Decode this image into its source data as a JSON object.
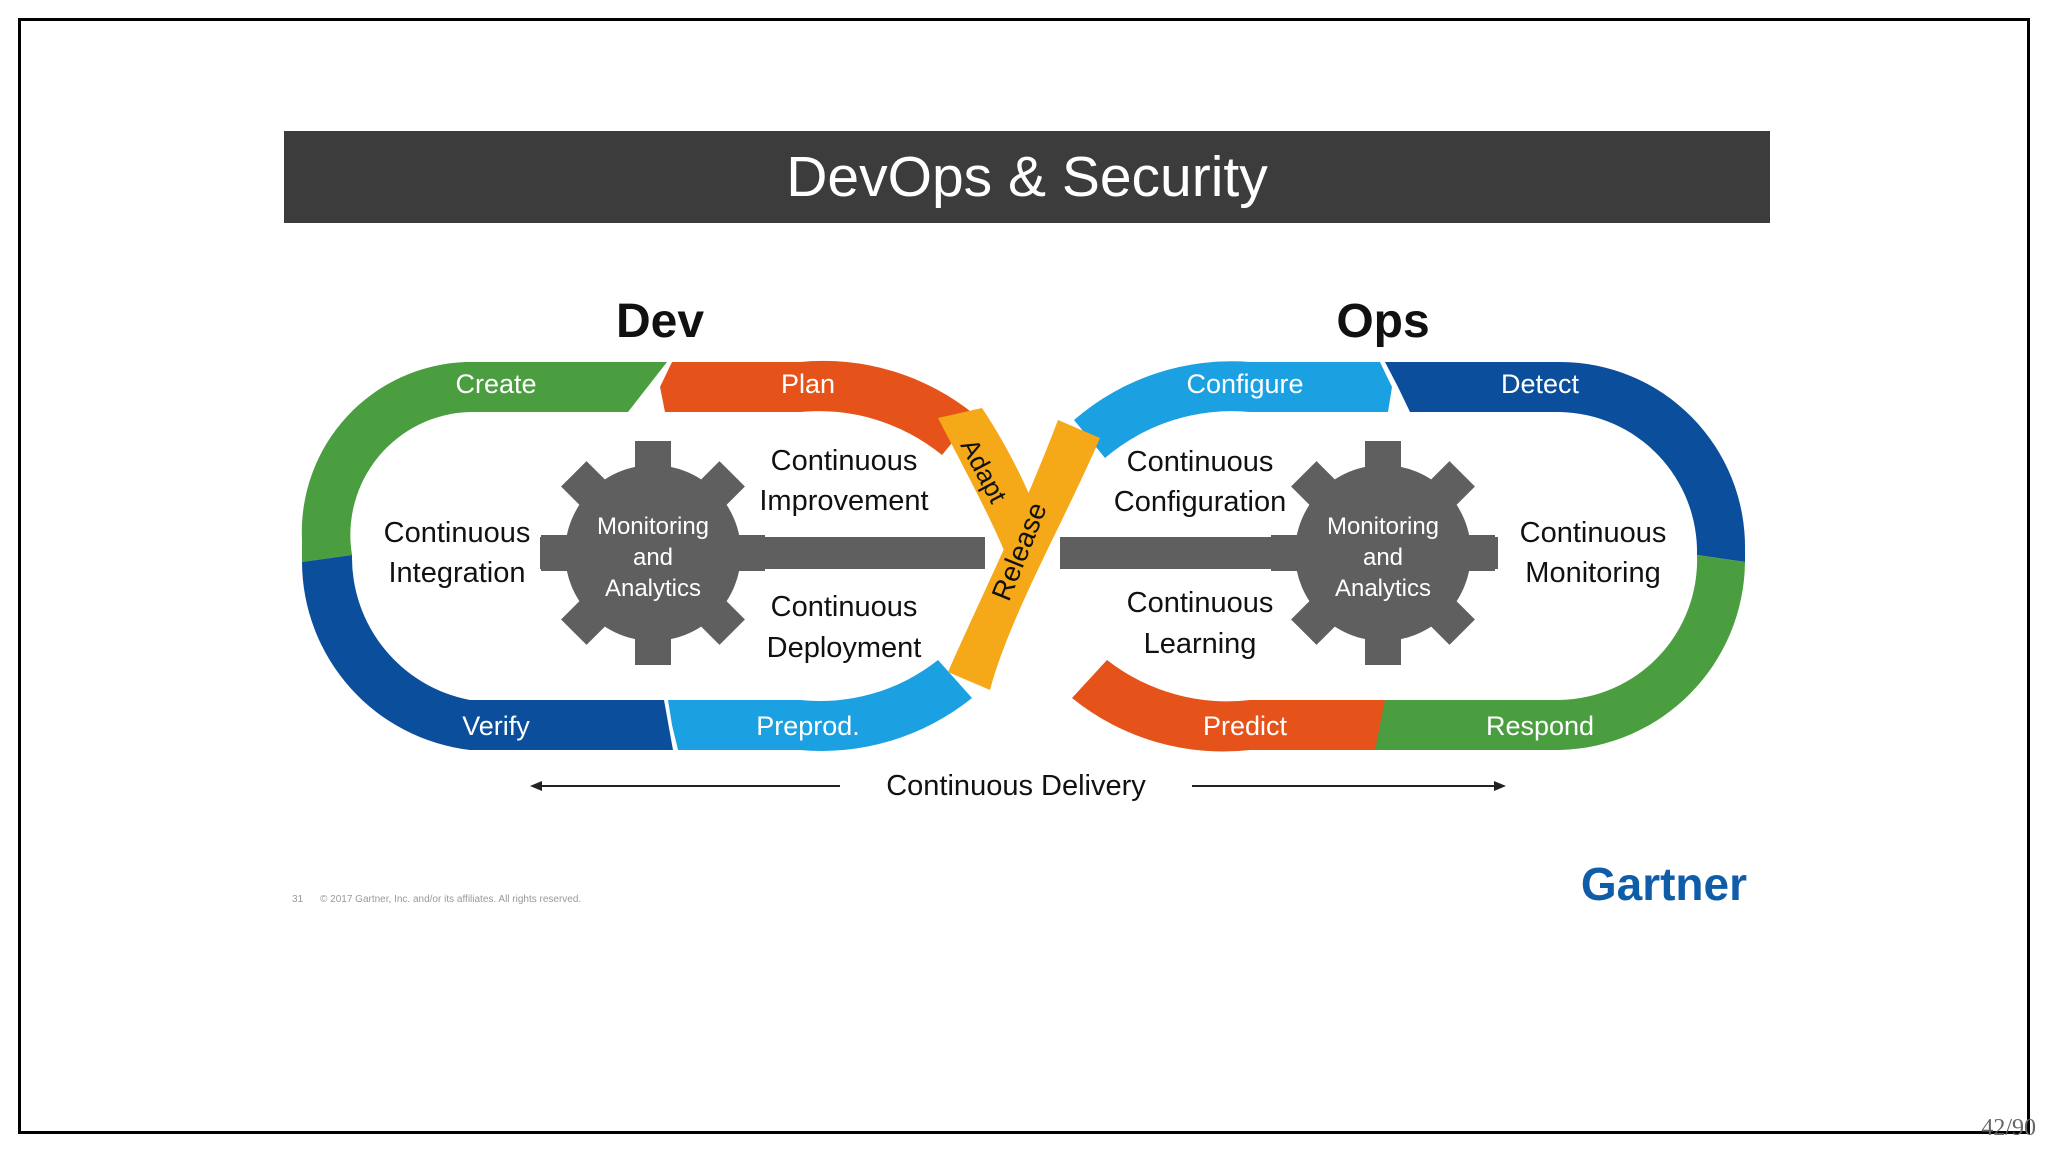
{
  "slide": {
    "title": "DevOps & Security",
    "page_number": "42/90"
  },
  "diagram": {
    "dev_heading": "Dev",
    "ops_heading": "Ops",
    "segments": {
      "create": "Create",
      "plan": "Plan",
      "verify": "Verify",
      "preprod": "Preprod.",
      "configure": "Configure",
      "detect": "Detect",
      "predict": "Predict",
      "respond": "Respond",
      "adapt": "Adapt",
      "release": "Release"
    },
    "dev_inner": {
      "ci_line1": "Continuous",
      "ci_line2": "Integration",
      "ci2_line1": "Continuous",
      "ci2_line2": "Improvement",
      "cd_line1": "Continuous",
      "cd_line2": "Deployment"
    },
    "ops_inner": {
      "cc_line1": "Continuous",
      "cc_line2": "Configuration",
      "cl_line1": "Continuous",
      "cl_line2": "Learning",
      "cm_line1": "Continuous",
      "cm_line2": "Monitoring"
    },
    "gear_dev": {
      "line1": "Monitoring",
      "line2": "and",
      "line3": "Analytics"
    },
    "gear_ops": {
      "line1": "Monitoring",
      "line2": "and",
      "line3": "Analytics"
    },
    "delivery_label": "Continuous Delivery",
    "footer_page": "31",
    "copyright": "© 2017 Gartner, Inc. and/or its affiliates. All rights reserved.",
    "logo_text": "Gartner"
  },
  "colors": {
    "green": "#4a9e3f",
    "blue_dark": "#0b4f9c",
    "blue_light": "#1ba1e2",
    "orange": "#e5531a",
    "yellow": "#f5a818",
    "gear": "#5f5f5f",
    "title_bar": "#3c3c3c",
    "gartner": "#0f5da8"
  }
}
